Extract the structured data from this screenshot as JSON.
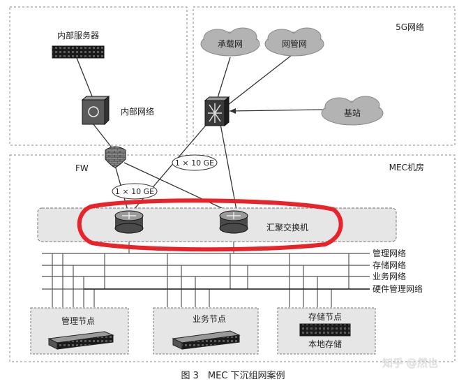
{
  "regions": {
    "internal_zone": "",
    "network_5g": "5G网络",
    "mec_room": "MEC机房"
  },
  "devices": {
    "internal_server": "内部服务器",
    "internal_network": "内部网络",
    "firewall": "FW",
    "aggregation_switch": "汇聚交换机"
  },
  "clouds": {
    "bearer": "承载网",
    "management": "网管网",
    "base_station": "基站"
  },
  "links": {
    "uplink_1": "1 × 10 GE",
    "uplink_2": "1 × 10 GE"
  },
  "networks": [
    "管理网络",
    "存储网络",
    "业务网络",
    "硬件管理网络"
  ],
  "nodes": {
    "management": "管理节点",
    "service": "业务节点",
    "storage": "存储节点",
    "local_storage": "本地存储"
  },
  "caption": "图 3　MEC 下沉组网案例",
  "watermark": "知乎 @然也",
  "colors": {
    "highlight": "#e8232a",
    "cloud_fill": "#b3b3b3",
    "panel_fill": "#e6e6e6",
    "device_dark": "#2a2a2a"
  }
}
